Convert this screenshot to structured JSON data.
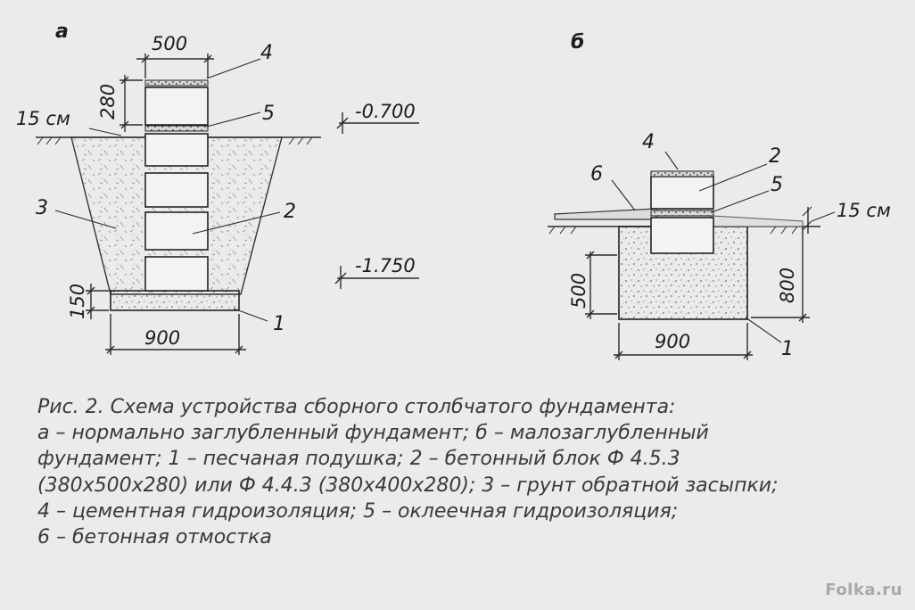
{
  "diagram_a": {
    "letter": "а",
    "dim_width_top": "500",
    "dim_height_top": "280",
    "dim_gap": "15 см",
    "level_top": "-0.700",
    "level_bottom": "-1.750",
    "dim_cushion": "150",
    "dim_width_bottom": "900",
    "callouts": [
      "4",
      "5",
      "3",
      "2",
      "1"
    ]
  },
  "diagram_b": {
    "letter": "б",
    "dim_gap": "15 см",
    "dim_depth_left": "500",
    "dim_depth_right": "800",
    "dim_width_bottom": "900",
    "callouts": [
      "4",
      "2",
      "6",
      "5",
      "1"
    ]
  },
  "caption_lines": [
    "Рис. 2. Схема устройства сборного столбчатого фундамента:",
    "а – нормально заглубленный фундамент; б – малозаглубленный",
    "фундамент; 1 – песчаная подушка; 2 – бетонный блок Ф 4.5.3",
    "(380х500х280) или Ф 4.4.3 (380х400х280); 3 – грунт обратной засыпки;",
    "4 – цементная гидроизоляция; 5 – оклеечная гидроизоляция;",
    "6 – бетонная отмостка"
  ],
  "watermark": "Folka.ru"
}
